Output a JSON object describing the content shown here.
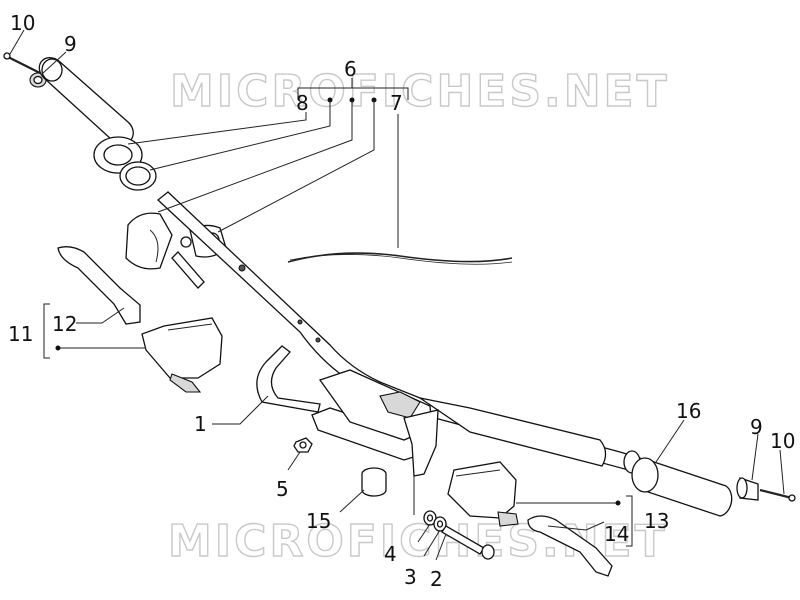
{
  "watermarks": [
    "MICROFICHES.NET",
    "MICROFICHES.NET"
  ],
  "labels": {
    "p1": "1",
    "p2": "2",
    "p3": "3",
    "p4": "4",
    "p5": "5",
    "p6": "6",
    "p7": "7",
    "p8": "8",
    "p9_left": "9",
    "p9_right": "9",
    "p10_left": "10",
    "p10_right": "10",
    "p11": "11",
    "p12": "12",
    "p13": "13",
    "p14": "14",
    "p15": "15",
    "p16": "16"
  }
}
